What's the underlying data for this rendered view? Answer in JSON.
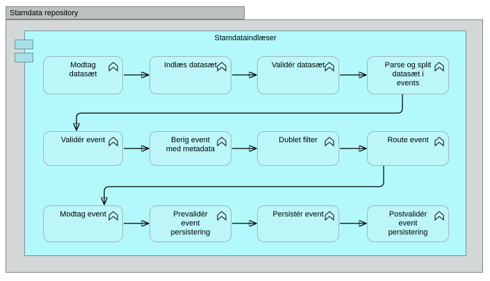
{
  "colors": {
    "folder-fill": "#d4d7d7",
    "folder-tab-fill": "#bcc0c1",
    "folder-border": "#7e8586",
    "component-fill": "#b3f9fc",
    "component-border": "#69969e",
    "component-icon-fill": "#a5e1e7",
    "box-fill": "#bdf6f9",
    "box-border": "#9ab7bc",
    "connector-color": "#000000"
  },
  "folder": {
    "title": "Stamdata repository"
  },
  "component": {
    "title": "Stamdataindlæser",
    "icon": "component-icon",
    "processes": [
      {
        "label": "Modtag\ndatasæt",
        "icon": "function-chevron-icon"
      },
      {
        "label": "Indlæs datasæt",
        "icon": "function-chevron-icon"
      },
      {
        "label": "Validér datasæt",
        "icon": "function-chevron-icon"
      },
      {
        "label": "Parse og split\ndatasæt i\nevents",
        "icon": "function-chevron-icon"
      },
      {
        "label": "Validér event",
        "icon": "function-chevron-icon"
      },
      {
        "label": "Berig event\nmed metadata",
        "icon": "function-chevron-icon"
      },
      {
        "label": "Dublet filter",
        "icon": "function-chevron-icon"
      },
      {
        "label": "Route event",
        "icon": "function-chevron-icon"
      },
      {
        "label": "Modtag event",
        "icon": "function-chevron-icon"
      },
      {
        "label": "Prevalidér\nevent\npersistering",
        "icon": "function-chevron-icon"
      },
      {
        "label": "Persistér event",
        "icon": "function-chevron-icon"
      },
      {
        "label": "Postvalidér\nevent\npersistering",
        "icon": "function-chevron-icon"
      }
    ]
  }
}
